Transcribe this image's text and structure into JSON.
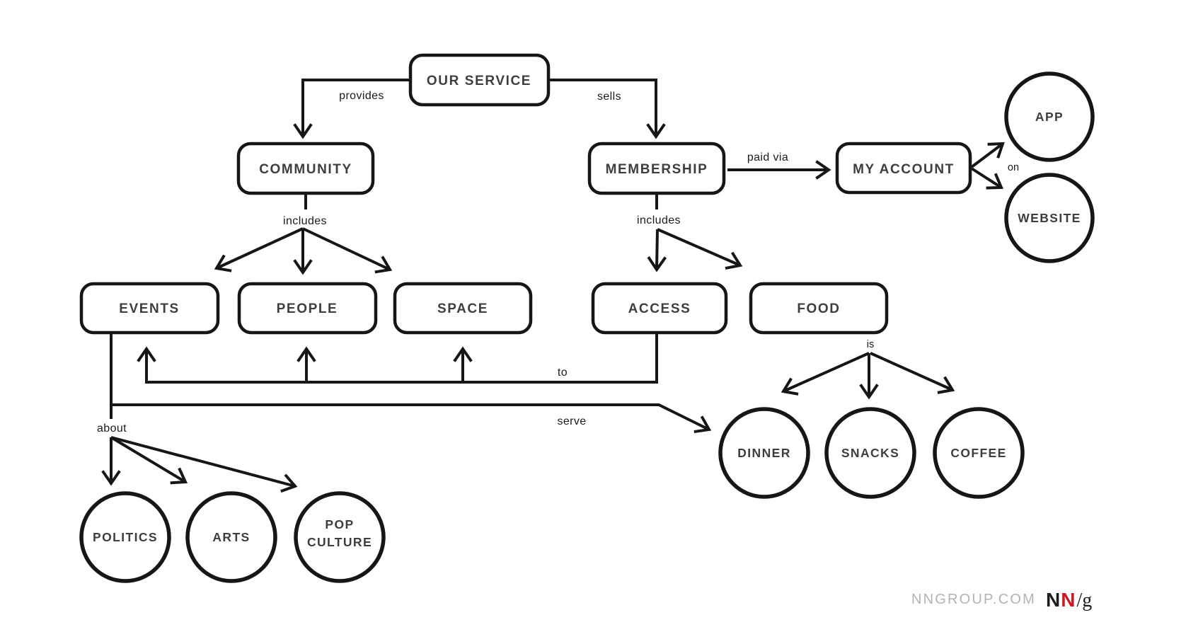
{
  "diagram": {
    "type": "concept-map",
    "background": "#ffffff",
    "stroke_color": "#161616",
    "node_text_color": "#3e3e3e",
    "nodes": {
      "our_service": "OUR SERVICE",
      "community": "COMMUNITY",
      "membership": "MEMBERSHIP",
      "my_account": "MY ACCOUNT",
      "app": "APP",
      "website": "WEBSITE",
      "events": "EVENTS",
      "people": "PEOPLE",
      "space": "SPACE",
      "access": "ACCESS",
      "food": "FOOD",
      "dinner": "DINNER",
      "snacks": "SNACKS",
      "coffee": "COFFEE",
      "politics": "POLITICS",
      "arts": "ARTS",
      "pop_culture_line1": "POP",
      "pop_culture_line2": "CULTURE"
    },
    "relationships": [
      {
        "from": "OUR SERVICE",
        "label": "provides",
        "to": "COMMUNITY"
      },
      {
        "from": "OUR SERVICE",
        "label": "sells",
        "to": "MEMBERSHIP"
      },
      {
        "from": "COMMUNITY",
        "label": "includes",
        "to": "EVENTS, PEOPLE, SPACE"
      },
      {
        "from": "MEMBERSHIP",
        "label": "includes",
        "to": "ACCESS, FOOD"
      },
      {
        "from": "MEMBERSHIP",
        "label": "paid via",
        "to": "MY ACCOUNT"
      },
      {
        "from": "MY ACCOUNT",
        "label": "on",
        "to": "APP, WEBSITE"
      },
      {
        "from": "ACCESS",
        "label": "to",
        "to": "EVENTS, PEOPLE, SPACE"
      },
      {
        "from": "EVENTS",
        "label": "serve",
        "to": "DINNER"
      },
      {
        "from": "EVENTS",
        "label": "about",
        "to": "POLITICS, ARTS, POP CULTURE"
      },
      {
        "from": "FOOD",
        "label": "is",
        "to": "DINNER, SNACKS, COFFEE"
      }
    ]
  },
  "footer": {
    "website": "NNGROUP.COM",
    "logo": {
      "n_black": "N",
      "n_red": "N",
      "slash_g": "/g",
      "red_color": "#d01622",
      "gray_color": "#b2b2b8"
    }
  }
}
